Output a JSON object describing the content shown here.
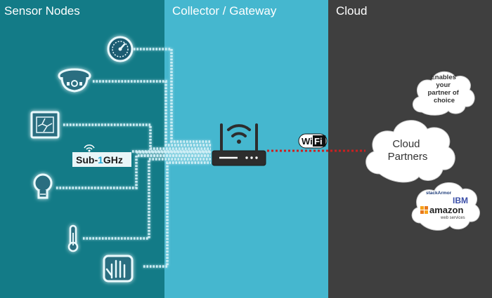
{
  "panels": {
    "sensor_nodes": "Sensor Nodes",
    "gateway": "Collector / Gateway",
    "cloud": "Cloud"
  },
  "radio": {
    "prefix": "Sub-",
    "digit": "1",
    "suffix": "GHz"
  },
  "wifi": {
    "part1": "Wi",
    "part2": "Fi"
  },
  "clouds": {
    "partner_choice": [
      "Enables",
      "your",
      "partner of",
      "choice"
    ],
    "cloud_partners": [
      "Cloud",
      "Partners"
    ],
    "vendors": {
      "stackarmor": "stackArmor",
      "ibm": "IBM",
      "amazon": "amazon",
      "aws_sub": "web services"
    }
  },
  "colors": {
    "sensor_panel": "#137b87",
    "gateway_panel": "#45b7cf",
    "cloud_panel": "#3f3f3f",
    "link_dots": "#cc1f1f"
  }
}
